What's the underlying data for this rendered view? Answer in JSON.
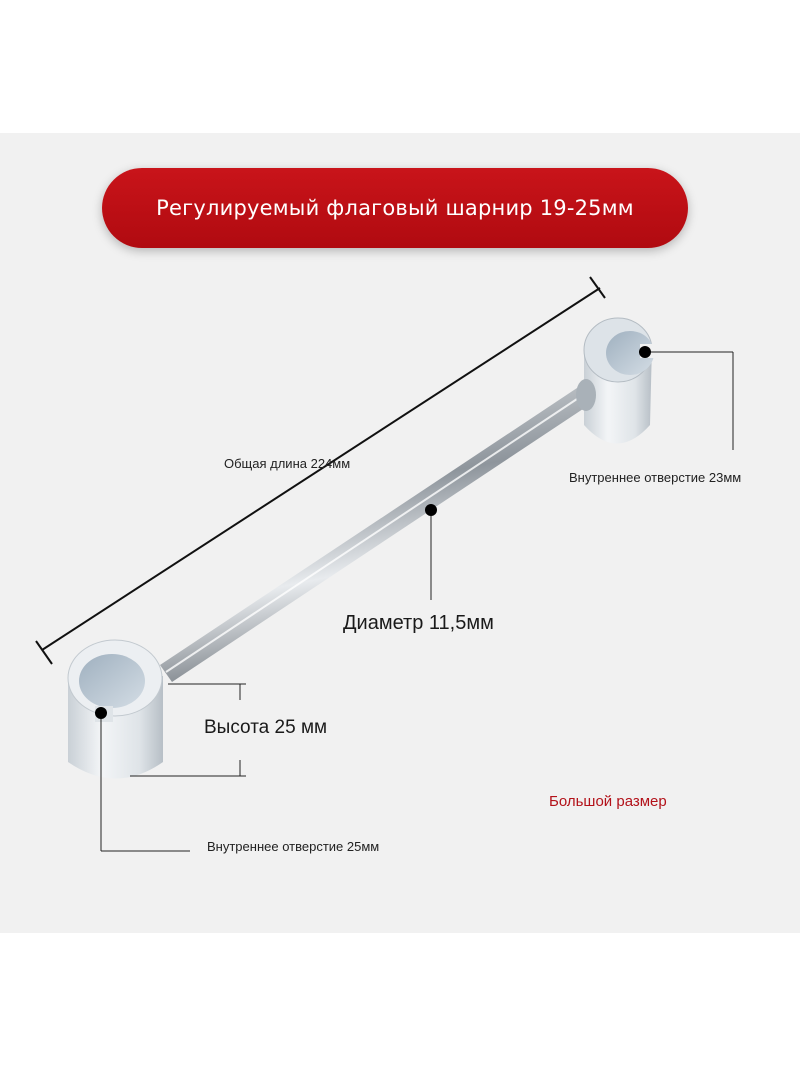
{
  "banner": {
    "title": "Регулируемый флаговый шарнир 19-25мм"
  },
  "labels": {
    "total_length": "Общая длина 224мм",
    "inner_hole_top": "Внутреннее отверстие 23мм",
    "diameter": "Диаметр 11,5мм",
    "height": "Высота 25 мм",
    "inner_hole_bottom": "Внутреннее отверстие 25мм",
    "size_note": "Большой размер"
  },
  "colors": {
    "banner": "#c0111a",
    "accent_text": "#b3121a"
  }
}
